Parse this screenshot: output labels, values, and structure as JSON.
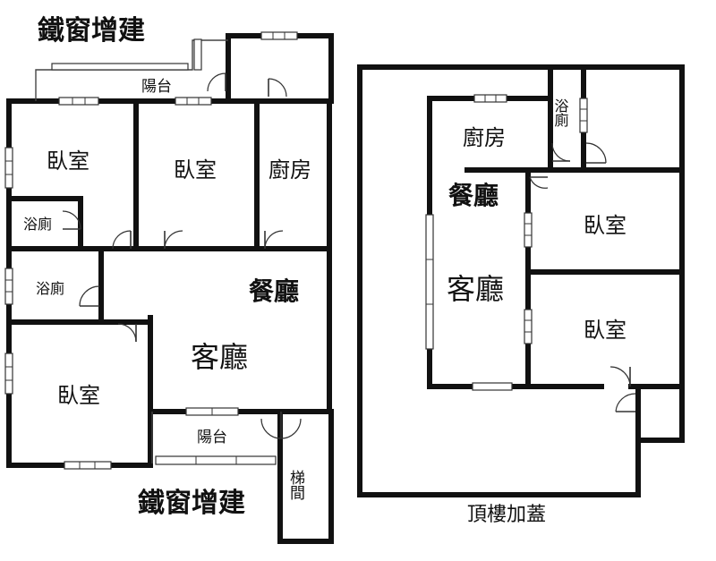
{
  "labels": {
    "left": {
      "iron_top": "鐵窗增建",
      "balcony_top": "陽台",
      "bedroom1": "臥室",
      "bedroom2": "臥室",
      "kitchen": "廚房",
      "bath1": "浴廁",
      "bath2": "浴廁",
      "dining": "餐廳",
      "living": "客廳",
      "bedroom3": "臥室",
      "balcony_bottom": "陽台",
      "iron_bottom": "鐵窗增建",
      "stair": "梯間"
    },
    "right": {
      "kitchen": "廚房",
      "bath": "浴廁",
      "dining": "餐廳",
      "living": "客廳",
      "bedroom1": "臥室",
      "bedroom2": "臥室",
      "caption": "頂樓加蓋"
    }
  }
}
